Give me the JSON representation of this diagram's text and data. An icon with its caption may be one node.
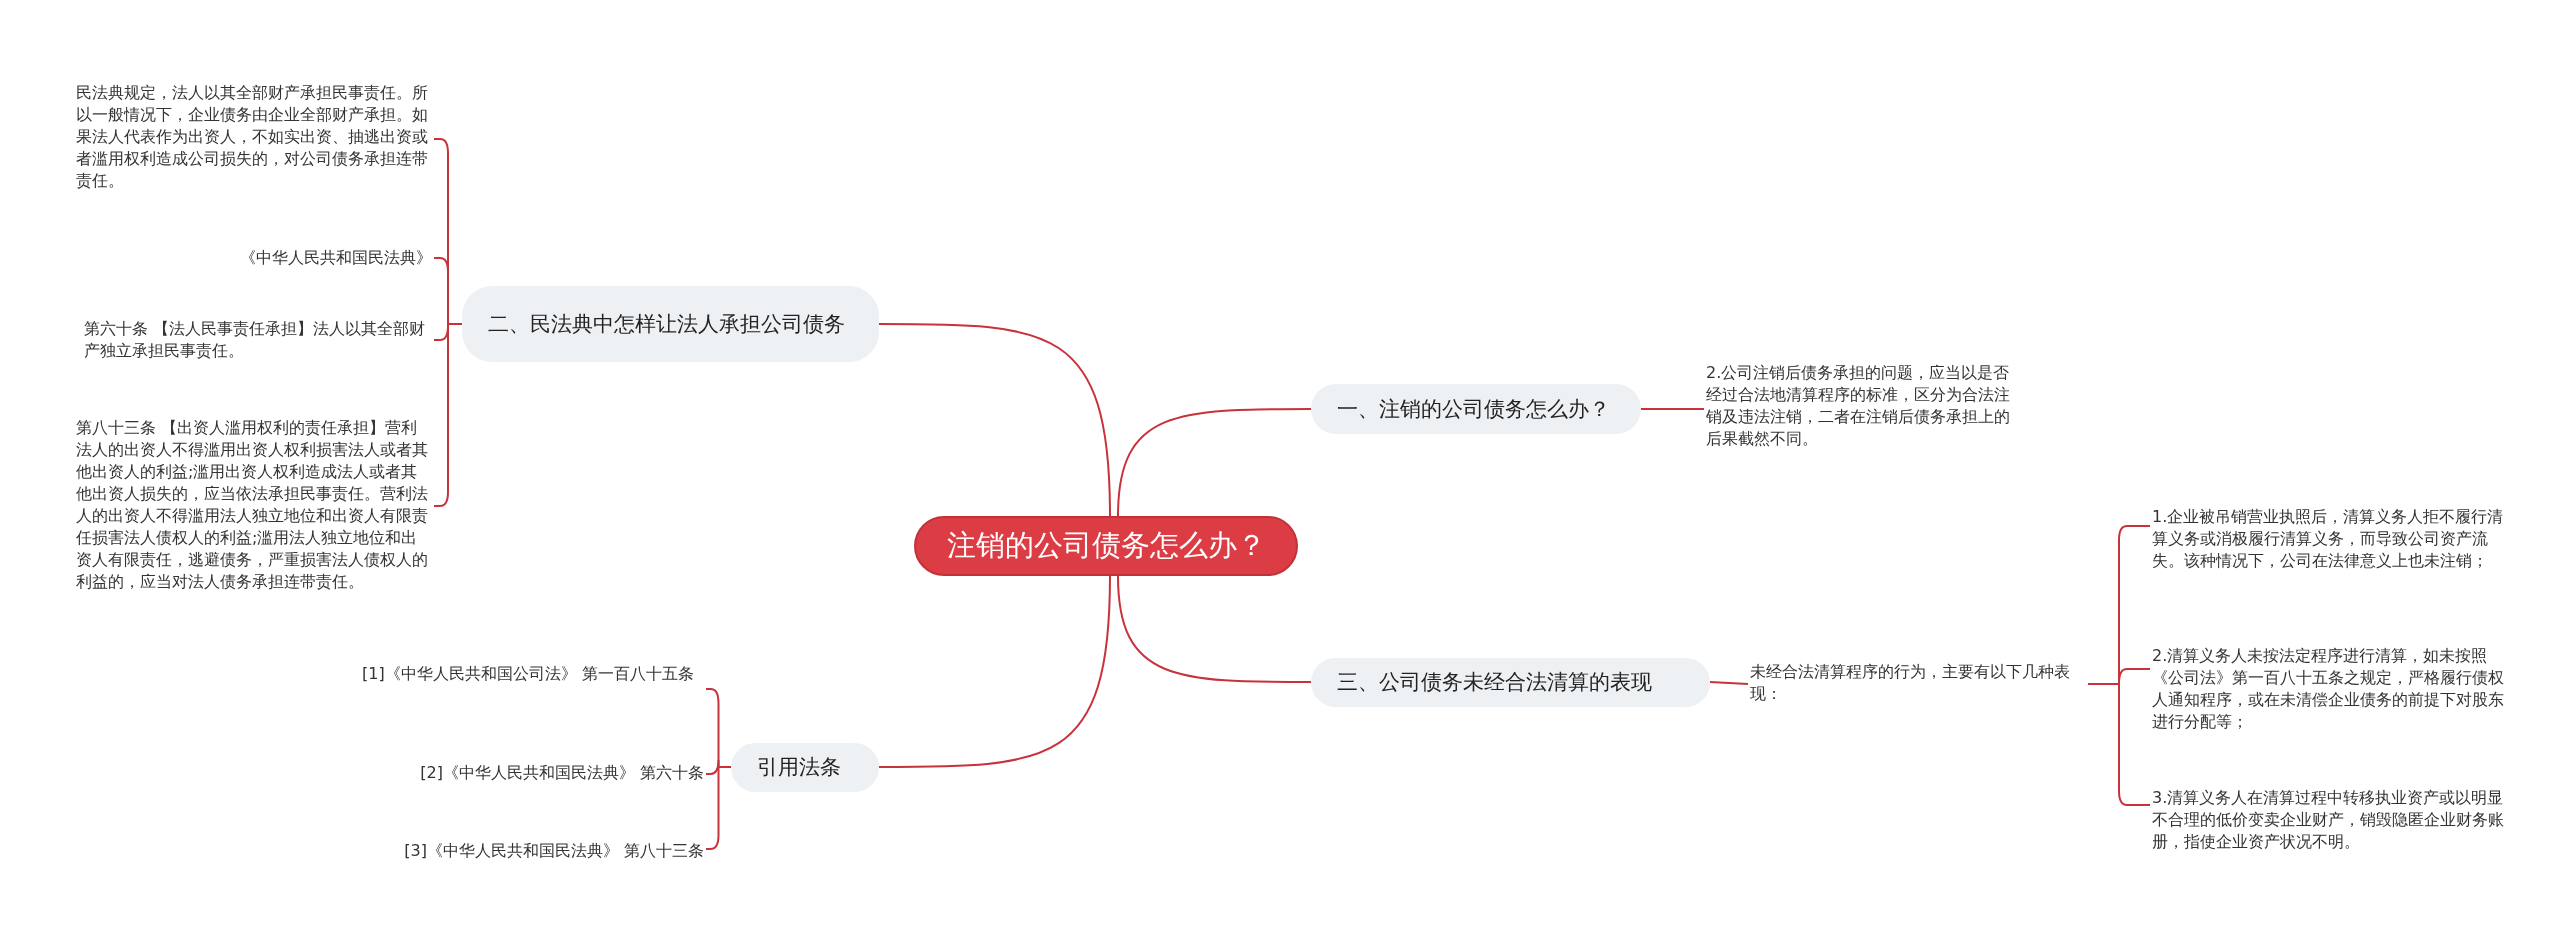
{
  "diagram": {
    "nodes": [
      {
        "text": [
          "注销的公司债务怎么办？"
        ]
      },
      {
        "text": [
          "一、注销的公司债务怎么办？"
        ]
      },
      {
        "text": [
          "2.公司注销后债务承担的问题，应当以是否经过合法地清算程序的标准，区分为合法注销及违法注销，二者在注销后债务承担上的后果截然不同。"
        ]
      },
      {
        "text": [
          "二、民法典中怎样让法人承担公司债务"
        ]
      },
      {
        "text": [
          "民法典规定，法人以其全部财产承担民事责任。所以一般情况下，企业债务由企业全部财产承担。如果法人代表作为出资人，不如实出资、抽逃出资或者滥用权利造成公司损失的，对公司债务承担连带责任。"
        ]
      },
      {
        "text": [
          "《中华人民共和国民法典》"
        ]
      },
      {
        "text": [
          "第六十条 【法人民事责任承担】法人以其全部财产独立承担民事责任。"
        ]
      },
      {
        "text": [
          "第八十三条 【出资人滥用权利的责任承担】营利法人的出资人不得滥用出资人权利损害法人或者其他出资人的利益;滥用出资人权利造成法人或者其他出资人损失的，应当依法承担民事责任。营利法人的出资人不得滥用法人独立地位和出资人有限责任损害法人债权人的利益;滥用法人独立地位和出资人有限责任，逃避债务，严重损害法人债权人的利益的，应当对法人债务承担连带责任。"
        ]
      },
      {
        "text": [
          "三、公司债务未经合法清算的表现"
        ]
      },
      {
        "text": [
          "未经合法清算程序的行为，主要有以下几种表现："
        ]
      },
      {
        "text": [
          "1.企业被吊销营业执照后，清算义务人拒不履行清算义务或消极履行清算义务，而导致公司资产流失。该种情况下，公司在法律意义上也未注销；"
        ]
      },
      {
        "text": [
          "2.清算义务人未按法定程序进行清算，如未按照《公司法》第一百八十五条之规定，严格履行债权人通知程序，或在未清偿企业债务的前提下对股东进行分配等；"
        ]
      },
      {
        "text": [
          "3.清算义务人在清算过程中转移执业资产或以明显不合理的低价变卖企业财产，销毁隐匿企业财务账册，指使企业资产状况不明。"
        ]
      },
      {
        "text": [
          "引用法条"
        ]
      },
      {
        "text": [
          "[1]《中华人民共和国公司法》 第一百八十五条"
        ]
      },
      {
        "text": [
          "[2]《中华人民共和国民法典》 第六十条"
        ]
      },
      {
        "text": [
          "[3]《中华人民共和国民法典》 第八十三条"
        ]
      }
    ],
    "edges": [
      {
        "from": 0,
        "to": 1,
        "arrow": "none"
      },
      {
        "from": 0,
        "to": 3,
        "arrow": "none"
      },
      {
        "from": 0,
        "to": 8,
        "arrow": "none"
      },
      {
        "from": 0,
        "to": 13,
        "arrow": "none"
      },
      {
        "from": 1,
        "to": 2,
        "arrow": "none"
      },
      {
        "from": 3,
        "to": 4,
        "arrow": "none"
      },
      {
        "from": 3,
        "to": 5,
        "arrow": "none"
      },
      {
        "from": 3,
        "to": 6,
        "arrow": "none"
      },
      {
        "from": 3,
        "to": 7,
        "arrow": "none"
      },
      {
        "from": 8,
        "to": 9,
        "arrow": "none"
      },
      {
        "from": 9,
        "to": 10,
        "arrow": "none"
      },
      {
        "from": 9,
        "to": 11,
        "arrow": "none"
      },
      {
        "from": 9,
        "to": 12,
        "arrow": "none"
      },
      {
        "from": 13,
        "to": 14,
        "arrow": "none"
      },
      {
        "from": 13,
        "to": 15,
        "arrow": "none"
      },
      {
        "from": 13,
        "to": 16,
        "arrow": "none"
      }
    ]
  }
}
